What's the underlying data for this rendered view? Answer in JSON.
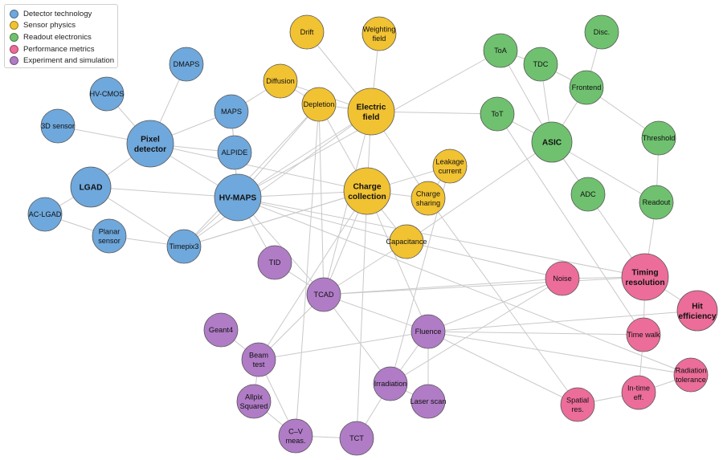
{
  "legend": [
    {
      "group": "detector",
      "label": "Detector technology"
    },
    {
      "group": "sensor",
      "label": "Sensor physics"
    },
    {
      "group": "readout",
      "label": "Readout electronics"
    },
    {
      "group": "performance",
      "label": "Performance metrics"
    },
    {
      "group": "experiment",
      "label": "Experiment and simulation"
    }
  ],
  "colors": {
    "detector": "#6fa8dc",
    "sensor": "#f1c232",
    "readout": "#6fc16f",
    "performance": "#ec6d99",
    "experiment": "#b07cc6",
    "edge": "#c9c9c9"
  },
  "nodes": [
    {
      "id": "pixel",
      "lines": [
        "Pixel",
        "detector"
      ],
      "group": "detector",
      "tier": 3
    },
    {
      "id": "hvmaps",
      "lines": [
        "HV-MAPS"
      ],
      "group": "detector",
      "tier": 3
    },
    {
      "id": "lgad",
      "lines": [
        "LGAD"
      ],
      "group": "detector",
      "tier": 2
    },
    {
      "id": "dmaps",
      "lines": [
        "DMAPS"
      ],
      "group": "detector",
      "tier": 1
    },
    {
      "id": "hvcmos",
      "lines": [
        "HV-CMOS"
      ],
      "group": "detector",
      "tier": 1
    },
    {
      "id": "sensor3d",
      "lines": [
        "3D sensor"
      ],
      "group": "detector",
      "tier": 1
    },
    {
      "id": "maps",
      "lines": [
        "MAPS"
      ],
      "group": "detector",
      "tier": 1
    },
    {
      "id": "alpide",
      "lines": [
        "ALPIDE"
      ],
      "group": "detector",
      "tier": 1
    },
    {
      "id": "aclgad",
      "lines": [
        "AC-LGAD"
      ],
      "group": "detector",
      "tier": 1
    },
    {
      "id": "planar",
      "lines": [
        "Planar",
        "sensor"
      ],
      "group": "detector",
      "tier": 1
    },
    {
      "id": "timepix",
      "lines": [
        "Timepix3"
      ],
      "group": "detector",
      "tier": 1
    },
    {
      "id": "efield",
      "lines": [
        "Electric",
        "field"
      ],
      "group": "sensor",
      "tier": 3
    },
    {
      "id": "charge",
      "lines": [
        "Charge",
        "collection"
      ],
      "group": "sensor",
      "tier": 3
    },
    {
      "id": "drift",
      "lines": [
        "Drift"
      ],
      "group": "sensor",
      "tier": 1
    },
    {
      "id": "weighting",
      "lines": [
        "Weighting",
        "field"
      ],
      "group": "sensor",
      "tier": 1
    },
    {
      "id": "diffusion",
      "lines": [
        "Diffusion"
      ],
      "group": "sensor",
      "tier": 1
    },
    {
      "id": "depletion",
      "lines": [
        "Depletion"
      ],
      "group": "sensor",
      "tier": 1
    },
    {
      "id": "leakage",
      "lines": [
        "Leakage",
        "current"
      ],
      "group": "sensor",
      "tier": 1
    },
    {
      "id": "sharing",
      "lines": [
        "Charge",
        "sharing"
      ],
      "group": "sensor",
      "tier": 1
    },
    {
      "id": "capacitance",
      "lines": [
        "Capacitance"
      ],
      "group": "sensor",
      "tier": 1
    },
    {
      "id": "asic",
      "lines": [
        "ASIC"
      ],
      "group": "readout",
      "tier": 2
    },
    {
      "id": "toa",
      "lines": [
        "ToA"
      ],
      "group": "readout",
      "tier": 1
    },
    {
      "id": "disc",
      "lines": [
        "Disc."
      ],
      "group": "readout",
      "tier": 1
    },
    {
      "id": "tdc",
      "lines": [
        "TDC"
      ],
      "group": "readout",
      "tier": 1
    },
    {
      "id": "frontend",
      "lines": [
        "Frontend"
      ],
      "group": "readout",
      "tier": 1
    },
    {
      "id": "tot",
      "lines": [
        "ToT"
      ],
      "group": "readout",
      "tier": 1
    },
    {
      "id": "threshold",
      "lines": [
        "Threshold"
      ],
      "group": "readout",
      "tier": 1
    },
    {
      "id": "adc",
      "lines": [
        "ADC"
      ],
      "group": "readout",
      "tier": 1
    },
    {
      "id": "readout",
      "lines": [
        "Readout"
      ],
      "group": "readout",
      "tier": 1
    },
    {
      "id": "timing",
      "lines": [
        "Timing",
        "resolution"
      ],
      "group": "performance",
      "tier": 3
    },
    {
      "id": "hiteff",
      "lines": [
        "Hit",
        "efficiency"
      ],
      "group": "performance",
      "tier": 2
    },
    {
      "id": "noise",
      "lines": [
        "Noise"
      ],
      "group": "performance",
      "tier": 1
    },
    {
      "id": "timewalk",
      "lines": [
        "Time walk"
      ],
      "group": "performance",
      "tier": 1
    },
    {
      "id": "radtol",
      "lines": [
        "Radiation",
        "tolerance"
      ],
      "group": "performance",
      "tier": 1
    },
    {
      "id": "intime",
      "lines": [
        "In-time",
        "eff."
      ],
      "group": "performance",
      "tier": 1
    },
    {
      "id": "spatial",
      "lines": [
        "Spatial",
        "res."
      ],
      "group": "performance",
      "tier": 1
    },
    {
      "id": "tid",
      "lines": [
        "TID"
      ],
      "group": "experiment",
      "tier": 1
    },
    {
      "id": "tcad",
      "lines": [
        "TCAD"
      ],
      "group": "experiment",
      "tier": 1
    },
    {
      "id": "fluence",
      "lines": [
        "Fluence"
      ],
      "group": "experiment",
      "tier": 1
    },
    {
      "id": "geant4",
      "lines": [
        "Geant4"
      ],
      "group": "experiment",
      "tier": 1
    },
    {
      "id": "beamtest",
      "lines": [
        "Beam",
        "test"
      ],
      "group": "experiment",
      "tier": 1
    },
    {
      "id": "irradiation",
      "lines": [
        "Irradiation"
      ],
      "group": "experiment",
      "tier": 1
    },
    {
      "id": "laserscan",
      "lines": [
        "Laser scan"
      ],
      "group": "experiment",
      "tier": 1
    },
    {
      "id": "allpix",
      "lines": [
        "Allpix",
        "Squared"
      ],
      "group": "experiment",
      "tier": 1
    },
    {
      "id": "cv",
      "lines": [
        "C–V",
        "meas."
      ],
      "group": "experiment",
      "tier": 1
    },
    {
      "id": "tct",
      "lines": [
        "TCT"
      ],
      "group": "experiment",
      "tier": 1
    }
  ],
  "edges": [
    [
      "pixel",
      "dmaps"
    ],
    [
      "pixel",
      "hvcmos"
    ],
    [
      "pixel",
      "sensor3d"
    ],
    [
      "pixel",
      "maps"
    ],
    [
      "pixel",
      "lgad"
    ],
    [
      "pixel",
      "alpide"
    ],
    [
      "pixel",
      "charge"
    ],
    [
      "pixel",
      "hvmaps"
    ],
    [
      "hvmaps",
      "maps"
    ],
    [
      "hvmaps",
      "alpide"
    ],
    [
      "hvmaps",
      "efield"
    ],
    [
      "hvmaps",
      "depletion"
    ],
    [
      "hvmaps",
      "charge"
    ],
    [
      "hvmaps",
      "timepix"
    ],
    [
      "hvmaps",
      "tid"
    ],
    [
      "hvmaps",
      "tcad"
    ],
    [
      "hvmaps",
      "timing"
    ],
    [
      "hvmaps",
      "radtol"
    ],
    [
      "hvmaps",
      "capacitance"
    ],
    [
      "lgad",
      "aclgad"
    ],
    [
      "lgad",
      "timepix"
    ],
    [
      "lgad",
      "hvmaps"
    ],
    [
      "aclgad",
      "planar"
    ],
    [
      "planar",
      "timepix"
    ],
    [
      "timepix",
      "charge"
    ],
    [
      "timepix",
      "efield"
    ],
    [
      "timepix",
      "depletion"
    ],
    [
      "timepix",
      "leakage"
    ],
    [
      "maps",
      "diffusion"
    ],
    [
      "maps",
      "alpide"
    ],
    [
      "drift",
      "efield"
    ],
    [
      "weighting",
      "efield"
    ],
    [
      "diffusion",
      "efield"
    ],
    [
      "diffusion",
      "depletion"
    ],
    [
      "depletion",
      "efield"
    ],
    [
      "depletion",
      "charge"
    ],
    [
      "depletion",
      "tcad"
    ],
    [
      "depletion",
      "cv"
    ],
    [
      "efield",
      "charge"
    ],
    [
      "efield",
      "tot"
    ],
    [
      "efield",
      "sharing"
    ],
    [
      "efield",
      "tcad"
    ],
    [
      "charge",
      "sharing"
    ],
    [
      "charge",
      "capacitance"
    ],
    [
      "charge",
      "fluence"
    ],
    [
      "charge",
      "tcad"
    ],
    [
      "charge",
      "beamtest"
    ],
    [
      "charge",
      "tct"
    ],
    [
      "sharing",
      "spatial"
    ],
    [
      "sharing",
      "leakage"
    ],
    [
      "leakage",
      "irradiation"
    ],
    [
      "capacitance",
      "noise"
    ],
    [
      "capacitance",
      "asic"
    ],
    [
      "capacitance",
      "tcad"
    ],
    [
      "toa",
      "tdc"
    ],
    [
      "toa",
      "asic"
    ],
    [
      "toa",
      "hvmaps"
    ],
    [
      "tdc",
      "frontend"
    ],
    [
      "tdc",
      "asic"
    ],
    [
      "disc",
      "frontend"
    ],
    [
      "frontend",
      "threshold"
    ],
    [
      "frontend",
      "asic"
    ],
    [
      "tot",
      "asic"
    ],
    [
      "tot",
      "timewalk"
    ],
    [
      "asic",
      "adc"
    ],
    [
      "asic",
      "readout"
    ],
    [
      "asic",
      "timing"
    ],
    [
      "threshold",
      "readout"
    ],
    [
      "readout",
      "timing"
    ],
    [
      "timing",
      "hiteff"
    ],
    [
      "timing",
      "timewalk"
    ],
    [
      "timing",
      "noise"
    ],
    [
      "timing",
      "tcad"
    ],
    [
      "hiteff",
      "fluence"
    ],
    [
      "timewalk",
      "fluence"
    ],
    [
      "radtol",
      "fluence"
    ],
    [
      "intime",
      "timewalk"
    ],
    [
      "intime",
      "radtol"
    ],
    [
      "spatial",
      "intime"
    ],
    [
      "spatial",
      "fluence"
    ],
    [
      "noise",
      "fluence"
    ],
    [
      "noise",
      "tcad"
    ],
    [
      "noise",
      "irradiation"
    ],
    [
      "tid",
      "tcad"
    ],
    [
      "tcad",
      "fluence"
    ],
    [
      "tcad",
      "irradiation"
    ],
    [
      "tcad",
      "beamtest"
    ],
    [
      "fluence",
      "beamtest"
    ],
    [
      "fluence",
      "irradiation"
    ],
    [
      "fluence",
      "laserscan"
    ],
    [
      "geant4",
      "beamtest"
    ],
    [
      "beamtest",
      "allpix"
    ],
    [
      "beamtest",
      "cv"
    ],
    [
      "irradiation",
      "laserscan"
    ],
    [
      "allpix",
      "cv"
    ],
    [
      "cv",
      "tct"
    ],
    [
      "irradiation",
      "tct"
    ]
  ]
}
